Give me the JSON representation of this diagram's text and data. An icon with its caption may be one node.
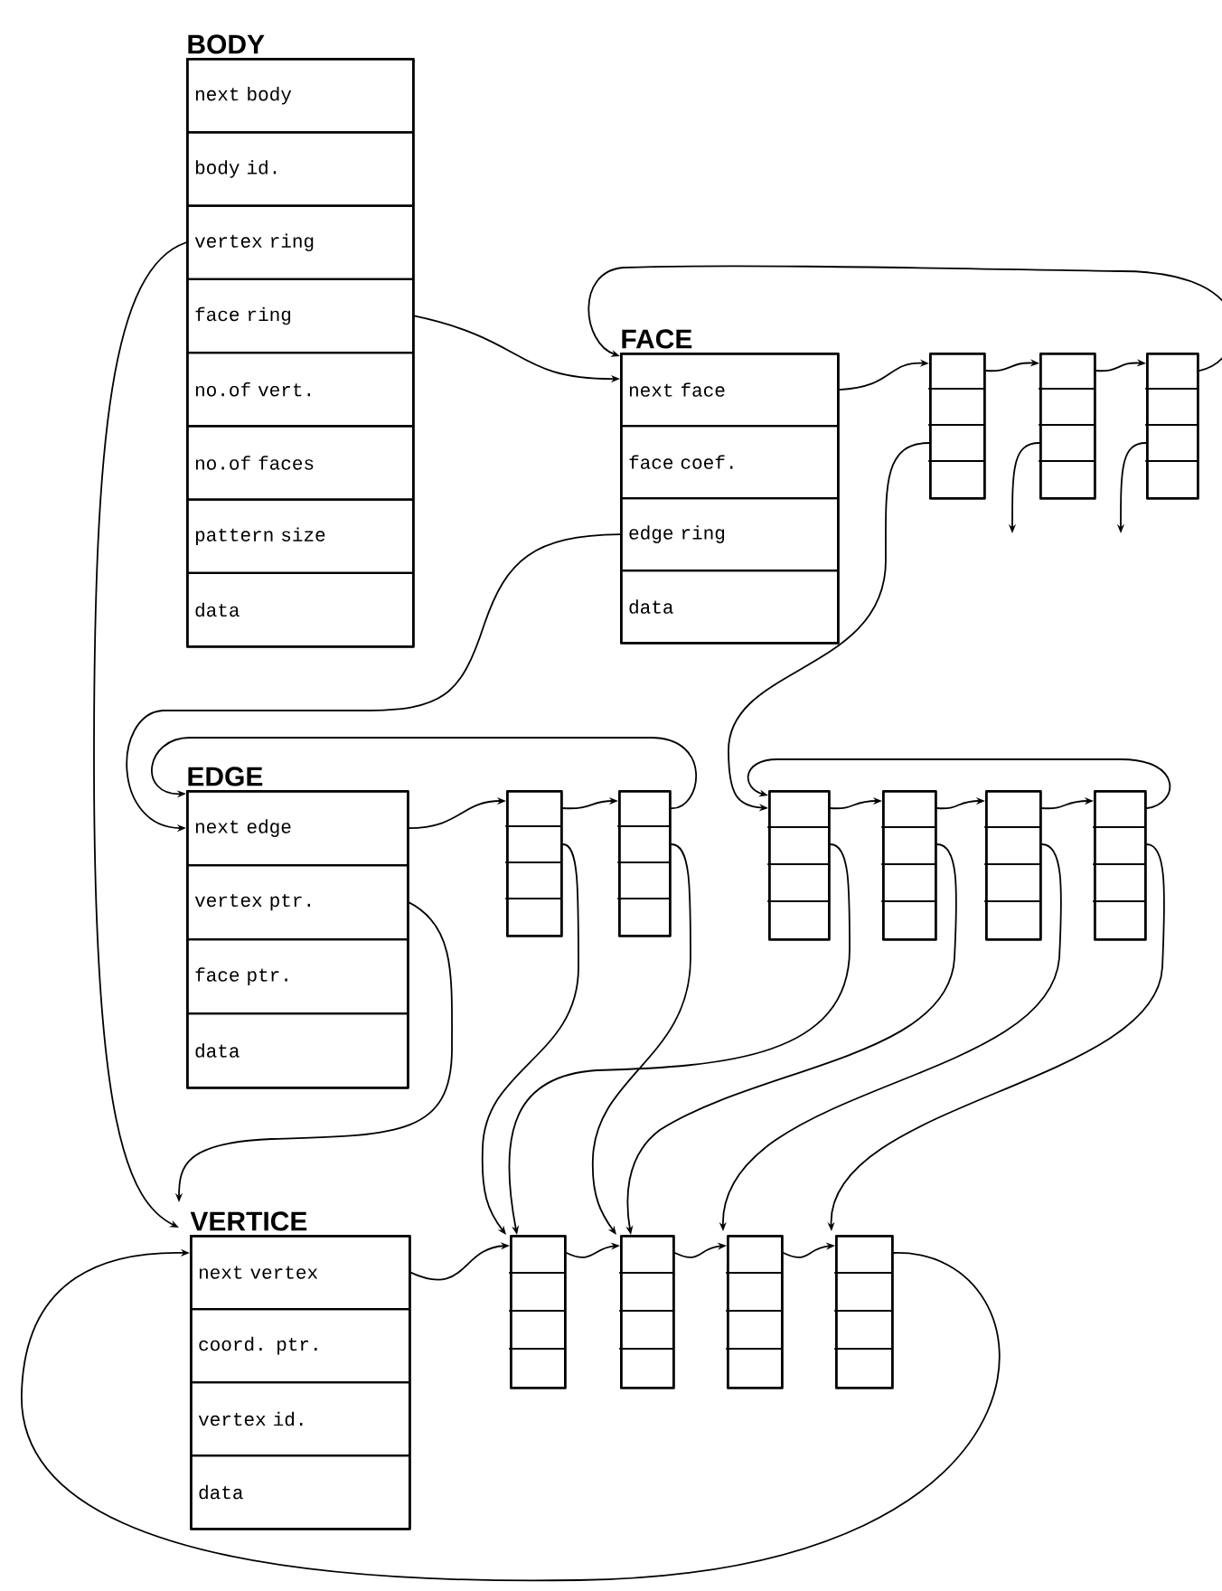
{
  "diagram": {
    "nodes": [
      {
        "text": [
          "BODY"
        ]
      },
      {
        "text": [
          "next body"
        ],
        "in": 0
      },
      {
        "text": [
          "body id."
        ],
        "in": 0
      },
      {
        "text": [
          "vertex ring"
        ],
        "in": 0
      },
      {
        "text": [
          "face ring"
        ],
        "in": 0
      },
      {
        "text": [
          "no.of vert."
        ],
        "in": 0
      },
      {
        "text": [
          "no.of faces"
        ],
        "in": 0
      },
      {
        "text": [
          "pattern size"
        ],
        "in": 0
      },
      {
        "text": [
          "data"
        ],
        "in": 0
      },
      {
        "text": [
          "FACE"
        ]
      },
      {
        "text": [
          "next face"
        ],
        "in": 9
      },
      {
        "text": [
          "face coef."
        ],
        "in": 9
      },
      {
        "text": [
          "edge ring"
        ],
        "in": 9
      },
      {
        "text": [
          "data"
        ],
        "in": 9
      },
      {
        "text": [],
        "shape": "box"
      },
      {
        "text": [],
        "shape": "box"
      },
      {
        "text": [],
        "shape": "box"
      },
      {
        "text": [
          "EDGE"
        ]
      },
      {
        "text": [
          "next edge"
        ],
        "in": 17
      },
      {
        "text": [
          "vertex ptr."
        ],
        "in": 17
      },
      {
        "text": [
          "face ptr."
        ],
        "in": 17
      },
      {
        "text": [
          "data"
        ],
        "in": 17
      },
      {
        "text": [],
        "shape": "box"
      },
      {
        "text": [],
        "shape": "box"
      },
      {
        "text": [],
        "shape": "box"
      },
      {
        "text": [],
        "shape": "box"
      },
      {
        "text": [],
        "shape": "box"
      },
      {
        "text": [],
        "shape": "box"
      },
      {
        "text": [
          "VERTICE"
        ]
      },
      {
        "text": [
          "next vertex"
        ],
        "in": 28
      },
      {
        "text": [
          "coord. ptr."
        ],
        "in": 28
      },
      {
        "text": [
          "vertex id."
        ],
        "in": 28
      },
      {
        "text": [
          "data"
        ],
        "in": 28
      },
      {
        "text": [],
        "shape": "box"
      },
      {
        "text": [],
        "shape": "box"
      },
      {
        "text": [],
        "shape": "box"
      },
      {
        "text": [],
        "shape": "box"
      }
    ],
    "edges": [
      {
        "from": 3,
        "to": 28,
        "arrow": "to"
      },
      {
        "from": 4,
        "to": 10,
        "arrow": "to"
      },
      {
        "from": 10,
        "to": 14,
        "arrow": "to"
      },
      {
        "from": 14,
        "to": 15,
        "arrow": "to"
      },
      {
        "from": 15,
        "to": 16,
        "arrow": "to"
      },
      {
        "from": 16,
        "to": 10,
        "arrow": "to"
      },
      {
        "from": 12,
        "to": 18,
        "arrow": "to"
      },
      {
        "from": 18,
        "to": 22,
        "arrow": "to"
      },
      {
        "from": 22,
        "to": 23,
        "arrow": "to"
      },
      {
        "from": 23,
        "to": 18,
        "arrow": "to"
      },
      {
        "from": 24,
        "to": 25,
        "arrow": "to"
      },
      {
        "from": 25,
        "to": 26,
        "arrow": "to"
      },
      {
        "from": 26,
        "to": 27,
        "arrow": "to"
      },
      {
        "from": 27,
        "to": 24,
        "arrow": "to"
      },
      {
        "from": 14,
        "to": 24,
        "arrow": "to"
      },
      {
        "from": 15,
        "to": null,
        "arrow": "to"
      },
      {
        "from": 16,
        "to": null,
        "arrow": "to"
      },
      {
        "from": 19,
        "to": 28,
        "arrow": "to"
      },
      {
        "from": 36,
        "to": 29,
        "arrow": "to"
      },
      {
        "from": 29,
        "to": 33,
        "arrow": "to"
      },
      {
        "from": 33,
        "to": 34,
        "arrow": "to"
      },
      {
        "from": 34,
        "to": 35,
        "arrow": "to"
      },
      {
        "from": 35,
        "to": 36,
        "arrow": "to"
      },
      {
        "from": 22,
        "to": 33,
        "arrow": "to"
      },
      {
        "from": 24,
        "to": 33,
        "arrow": "to"
      },
      {
        "from": 23,
        "to": 34,
        "arrow": "to"
      },
      {
        "from": 25,
        "to": 34,
        "arrow": "to"
      },
      {
        "from": 26,
        "to": 35,
        "arrow": "to"
      },
      {
        "from": 27,
        "to": 36,
        "arrow": "to"
      }
    ]
  }
}
